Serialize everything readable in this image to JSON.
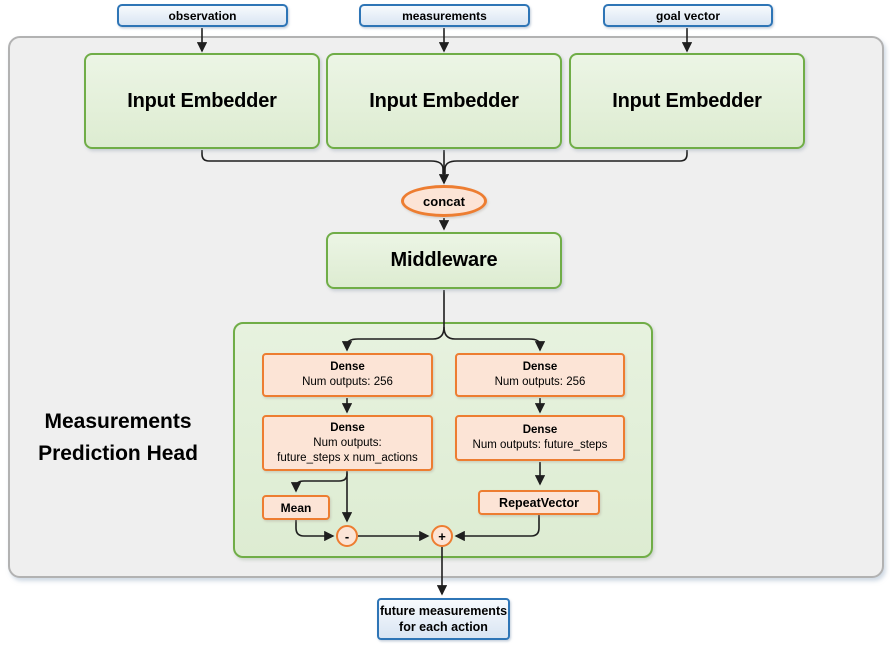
{
  "colors": {
    "blue_border": "#2e75b6",
    "blue_fill": "#dce6f2",
    "green_border": "#70ad47",
    "green_fill": "#e2efd9",
    "orange_border": "#ed7d31",
    "orange_fill": "#fce4d6",
    "panel_fill": "#efefef",
    "panel_border": "#b2b2b2",
    "line": "#1f1f1f"
  },
  "diagram": {
    "inputs": [
      {
        "label": "observation"
      },
      {
        "label": "measurements"
      },
      {
        "label": "goal vector"
      }
    ],
    "embedders": [
      {
        "label": "Input Embedder"
      },
      {
        "label": "Input Embedder"
      },
      {
        "label": "Input Embedder"
      }
    ],
    "concat": {
      "label": "concat"
    },
    "middleware": {
      "label": "Middleware"
    },
    "head": {
      "title_line1": "Measurements",
      "title_line2": "Prediction Head",
      "dense_top_left": {
        "name": "Dense",
        "outputs": "Num outputs: 256"
      },
      "dense_top_right": {
        "name": "Dense",
        "outputs": "Num outputs: 256"
      },
      "dense_mid_left": {
        "name": "Dense",
        "outputs_line1": "Num outputs:",
        "outputs_line2": "future_steps x num_actions"
      },
      "dense_mid_right": {
        "name": "Dense",
        "outputs": "Num outputs: future_steps"
      },
      "mean": {
        "label": "Mean"
      },
      "repeat_vector": {
        "label": "RepeatVector"
      },
      "subtract": {
        "label": "-"
      },
      "add": {
        "label": "+"
      }
    },
    "output": {
      "line1": "future measurements",
      "line2": "for each action"
    }
  }
}
